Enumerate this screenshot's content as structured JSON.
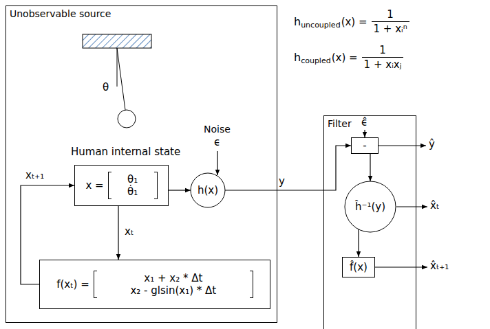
{
  "diagram": {
    "nodes": [
      {
        "text": [
          "Unobservable source"
        ]
      },
      {
        "text": [
          "x =",
          "θ₁",
          "θ̇₁"
        ],
        "in": 0
      },
      {
        "text": [
          "h(x)"
        ],
        "in": 0
      },
      {
        "text": [
          "f(xₜ) =",
          "x₁ + x₂ * Δt",
          "x₂ - glsin(x₁) * Δt"
        ],
        "in": 0
      },
      {
        "text": [
          "Filter"
        ]
      },
      {
        "text": [
          "-"
        ],
        "in": 4
      },
      {
        "text": [
          "ĥ⁻¹(y)"
        ],
        "in": 4
      },
      {
        "text": [
          "f̂(x)"
        ],
        "in": 4
      }
    ],
    "edges": [
      {
        "from": 1,
        "to": 2,
        "arrow": "to"
      },
      {
        "from": 1,
        "to": 3,
        "arrow": "to",
        "label": "xₜ"
      },
      {
        "from": 3,
        "to": 1,
        "arrow": "to",
        "label": "xₜ₊₁"
      },
      {
        "from": 2,
        "to": 5,
        "arrow": "to",
        "label": "y"
      },
      {
        "from": 5,
        "to": 6,
        "arrow": "to"
      },
      {
        "from": 6,
        "to": 7,
        "arrow": "to"
      }
    ],
    "labels": [
      "θ",
      "Human internal state",
      "Noise",
      "ϵ",
      "h",
      "uncoupled",
      "(x) =",
      "1",
      "1 + xᵢⁿ",
      "h",
      "coupled",
      "(x) =",
      "1",
      "1 + xᵢxⱼ",
      "ϵ̂",
      "ŷ",
      "x̂ₜ",
      "x̂ₜ₊₁"
    ]
  }
}
